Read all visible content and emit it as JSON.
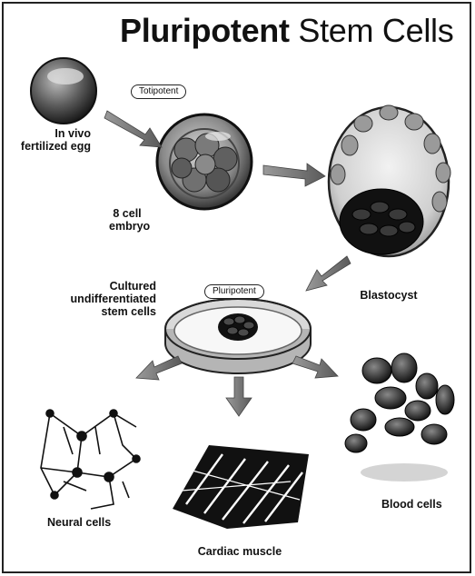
{
  "title": {
    "bold": "Pluripotent",
    "regular": " Stem Cells"
  },
  "tags": {
    "totipotent": "Totipotent",
    "pluripotent": "Pluripotent"
  },
  "labels": {
    "egg": "In vivo\nfertilized egg",
    "embryo": "8 cell\nembryo",
    "blastocyst": "Blastocyst",
    "cultured": "Cultured\nundifferentiated\nstem cells",
    "neural": "Neural cells",
    "cardiac": "Cardiac muscle",
    "blood": "Blood cells"
  }
}
